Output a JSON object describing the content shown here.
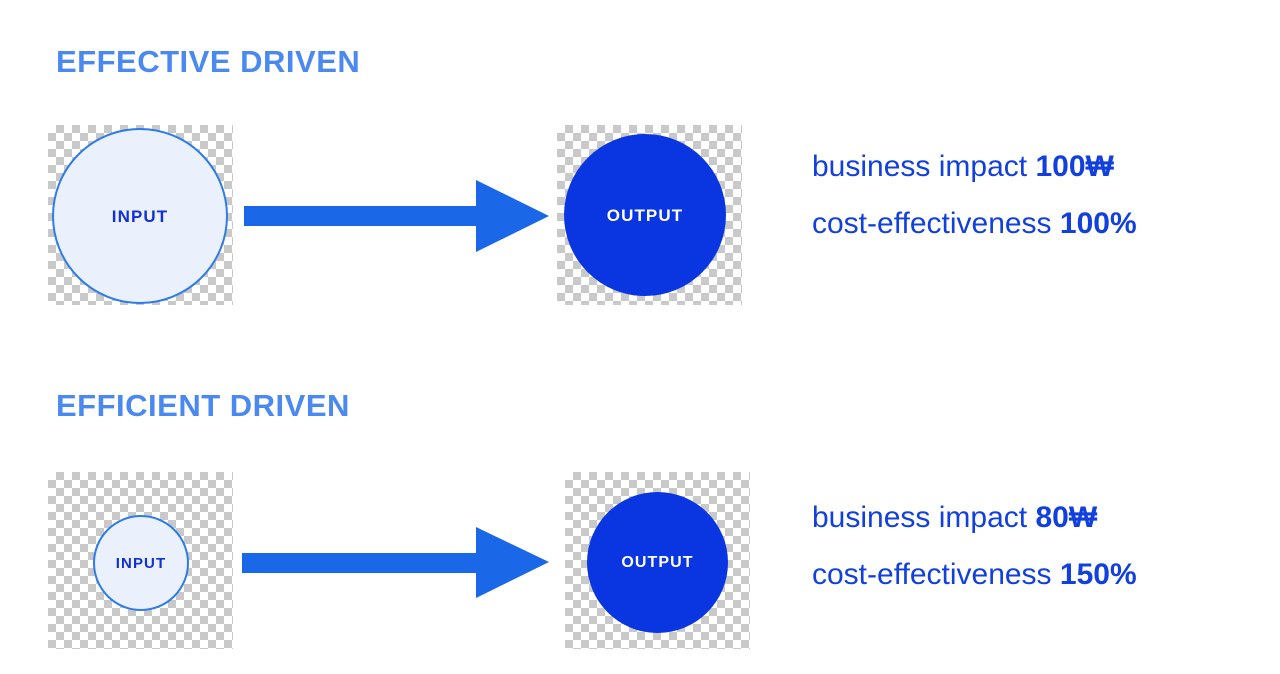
{
  "page": {
    "background": "#ffffff",
    "accent_heading": "#4a8af0",
    "accent_text": "#1240dd",
    "accent_output_fill": "#0a36e2",
    "accent_arrow": "#1a68e8",
    "input_fill": "#eaf1fc",
    "input_border": "#2f7ce8",
    "checker_gray": "#c9c9c9"
  },
  "sections": [
    {
      "title": "EFFECTIVE DRIVEN",
      "input": {
        "label": "INPUT"
      },
      "output": {
        "label": "OUTPUT"
      },
      "arrow": {
        "icon": "arrow-right-icon"
      },
      "metrics": [
        {
          "label": "business impact",
          "value": "100₩"
        },
        {
          "label": "cost-effectiveness",
          "value": "100%"
        }
      ]
    },
    {
      "title": "EFFICIENT DRIVEN",
      "input": {
        "label": "INPUT"
      },
      "output": {
        "label": "OUTPUT"
      },
      "arrow": {
        "icon": "arrow-right-icon"
      },
      "metrics": [
        {
          "label": "business impact",
          "value": "80₩"
        },
        {
          "label": "cost-effectiveness",
          "value": "150%"
        }
      ]
    }
  ]
}
